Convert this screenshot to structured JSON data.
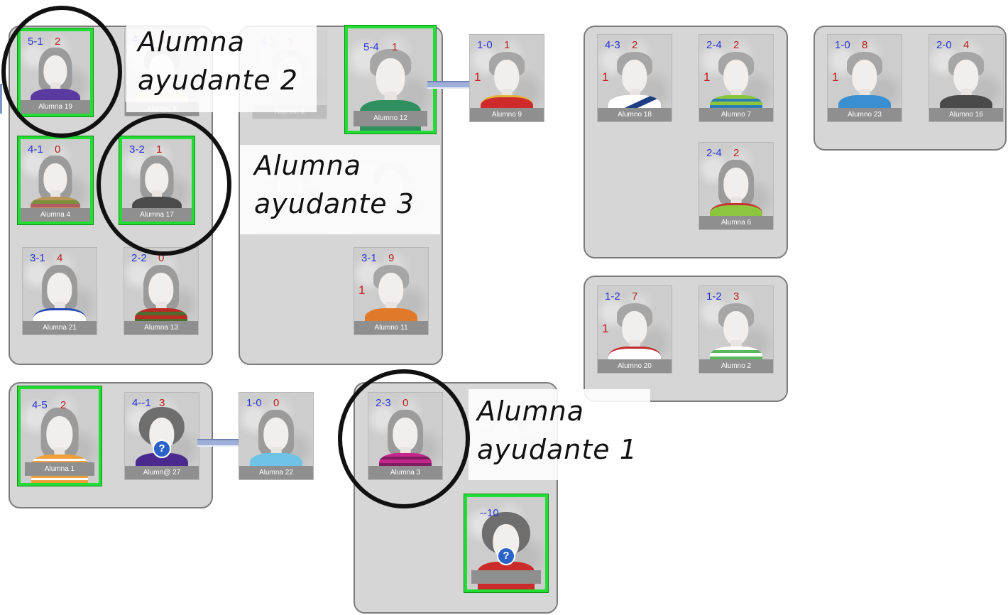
{
  "accent": {
    "highlight": "#22dd33",
    "score_blue": "#2a32d6",
    "score_red": "#b81c1c",
    "link": "#9fb0d8"
  },
  "annotations": {
    "helper1": [
      "Alumna",
      "ayudante 1"
    ],
    "helper2": [
      "Alumna",
      "ayudante 2"
    ],
    "helper3": [
      "Alumna",
      "ayudante 3"
    ]
  },
  "cards": {
    "alumna19": {
      "name": "Alumna 19",
      "blue": "5-1",
      "red": "2"
    },
    "alumno8": {
      "name": "Alumno 8",
      "blue": "4-1",
      "red": "3"
    },
    "alumno12": {
      "name": "Alumno 12",
      "blue": "5-4",
      "red": "1"
    },
    "alumno9": {
      "name": "Alumno 9",
      "blue": "1-0",
      "red": "1",
      "side": "1"
    },
    "alumna4": {
      "name": "Alumna 4",
      "blue": "4-1",
      "red": "0"
    },
    "alumna17": {
      "name": "Alumna 17",
      "blue": "3-2",
      "red": "1"
    },
    "alumna21": {
      "name": "Alumna 21",
      "blue": "3-1",
      "red": "4"
    },
    "alumna13": {
      "name": "Alumna 13",
      "blue": "2-2",
      "red": "0"
    },
    "alumno11": {
      "name": "Alumno 11",
      "blue": "3-1",
      "red": "9",
      "side": "1"
    },
    "alumno18": {
      "name": "Alumno 18",
      "blue": "4-3",
      "red": "2",
      "side": "1"
    },
    "alumno7": {
      "name": "Alumno 7",
      "blue": "2-4",
      "red": "2",
      "side": "1"
    },
    "alumna6": {
      "name": "Alumna 6",
      "blue": "2-4",
      "red": "2"
    },
    "alumno23": {
      "name": "Alumno 23",
      "blue": "1-0",
      "red": "8",
      "side": "1"
    },
    "alumno16": {
      "name": "Alumno 16",
      "blue": "2-0",
      "red": "4"
    },
    "alumno20": {
      "name": "Alumno 20",
      "blue": "1-2",
      "red": "7",
      "side": "1"
    },
    "alumno2": {
      "name": "Alumno 2",
      "blue": "1-2",
      "red": "3"
    },
    "alumna1": {
      "name": "Alumna 1",
      "blue": "4-5",
      "red": "2"
    },
    "alumn27": {
      "name": "Alumn@ 27",
      "blue": "4--1",
      "red": "3"
    },
    "alumna22": {
      "name": "Alumna 22",
      "blue": "1-0",
      "red": "0"
    },
    "alumna3": {
      "name": "Alumna 3",
      "blue": "2-3",
      "red": "0"
    },
    "unknown10": {
      "name": "",
      "blue": "--10",
      "red": ""
    }
  }
}
